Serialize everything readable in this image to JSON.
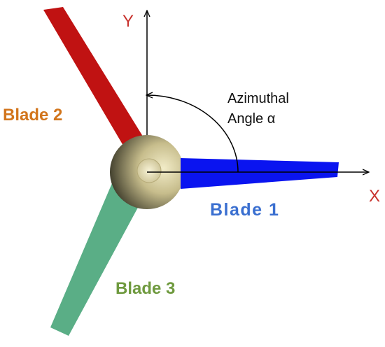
{
  "axes": {
    "x_label": "X",
    "y_label": "Y",
    "label_color": "#c8322d"
  },
  "angle": {
    "line1": "Azimuthal",
    "line2": "Angle α"
  },
  "blades": [
    {
      "label": "Blade 1",
      "color": "#0a14f0",
      "label_color": "#3a6fd0"
    },
    {
      "label": "Blade 2",
      "color": "#c01212",
      "label_color": "#d2751c"
    },
    {
      "label": "Blade 3",
      "color": "#5aae86",
      "label_color": "#6f9a3f"
    }
  ],
  "hub": {
    "icon": "hub-icon"
  }
}
